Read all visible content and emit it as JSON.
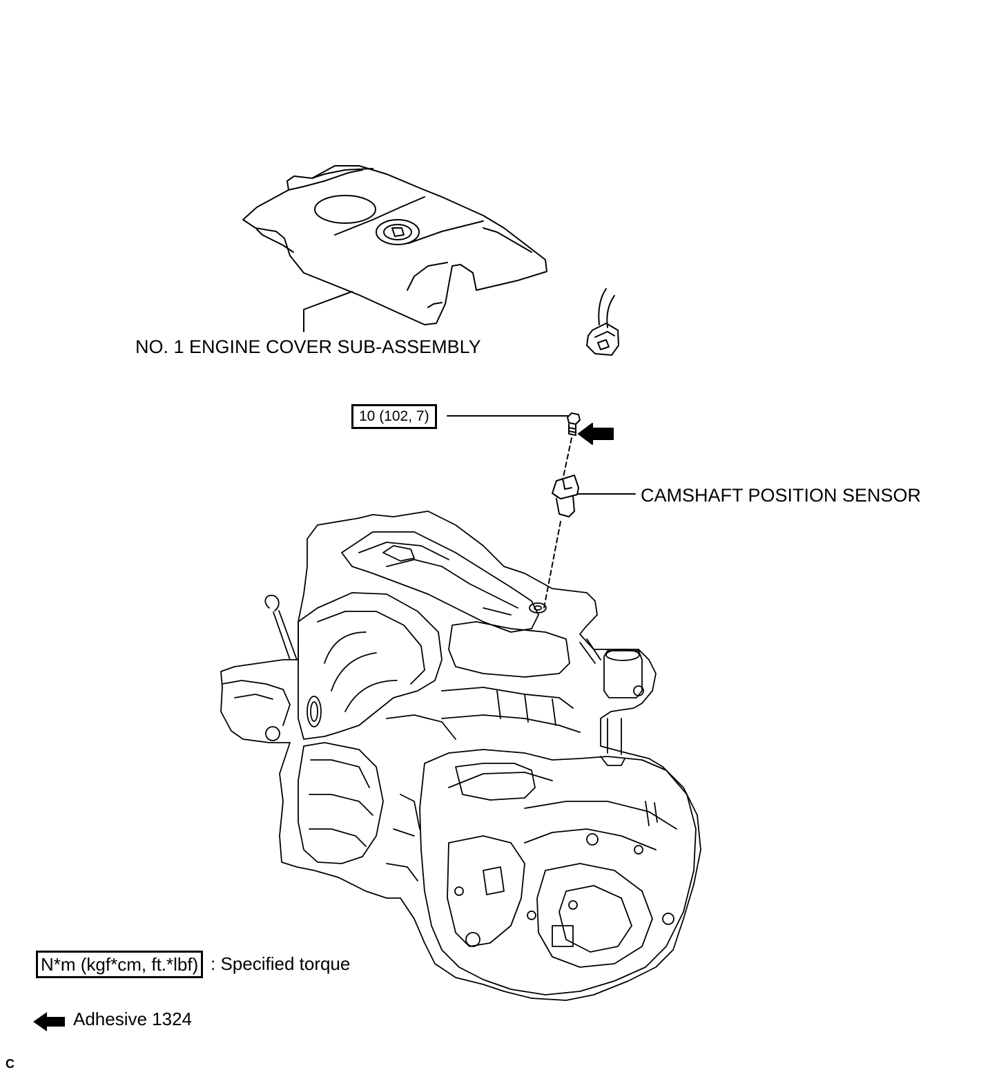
{
  "labels": {
    "engine_cover": "NO. 1 ENGINE COVER SUB-ASSEMBLY",
    "camshaft_sensor": "CAMSHAFT POSITION SENSOR",
    "bolt_torque": "10 (102, 7)"
  },
  "legend": {
    "torque_unit": "N*m (kgf*cm, ft.*lbf)",
    "torque_desc": ": Specified torque",
    "adhesive": "Adhesive 1324"
  },
  "corner_mark": "C"
}
